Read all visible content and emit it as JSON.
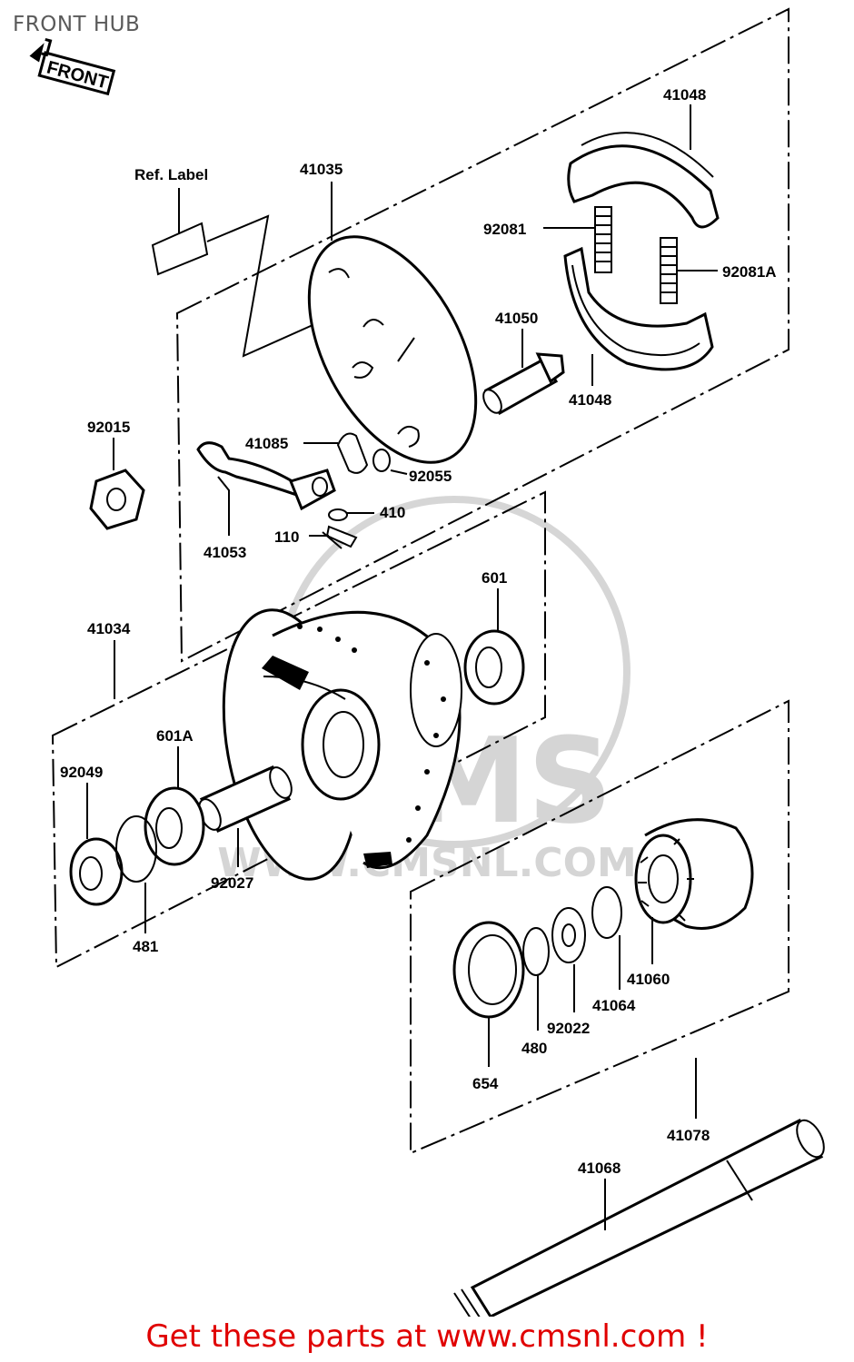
{
  "title": "FRONT HUB",
  "front_arrow_text": "FRONT",
  "watermark": {
    "big": "CMS",
    "url": "WWW.CMSNL.COM"
  },
  "footer": "Get these parts at www.cmsnl.com !",
  "labels": {
    "ref_label": "Ref. Label",
    "p41035": "41035",
    "p41048_top": "41048",
    "p92081": "92081",
    "p92081A": "92081A",
    "p41050": "41050",
    "p41048": "41048",
    "p92015": "92015",
    "p41085": "41085",
    "p92055": "92055",
    "p410": "410",
    "p110": "110",
    "p41053": "41053",
    "p601": "601",
    "p41034": "41034",
    "p601A": "601A",
    "p92049": "92049",
    "p92027": "92027",
    "p481": "481",
    "p41060": "41060",
    "p41064": "41064",
    "p92022": "92022",
    "p480": "480",
    "p654": "654",
    "p41078": "41078",
    "p41068": "41068"
  }
}
